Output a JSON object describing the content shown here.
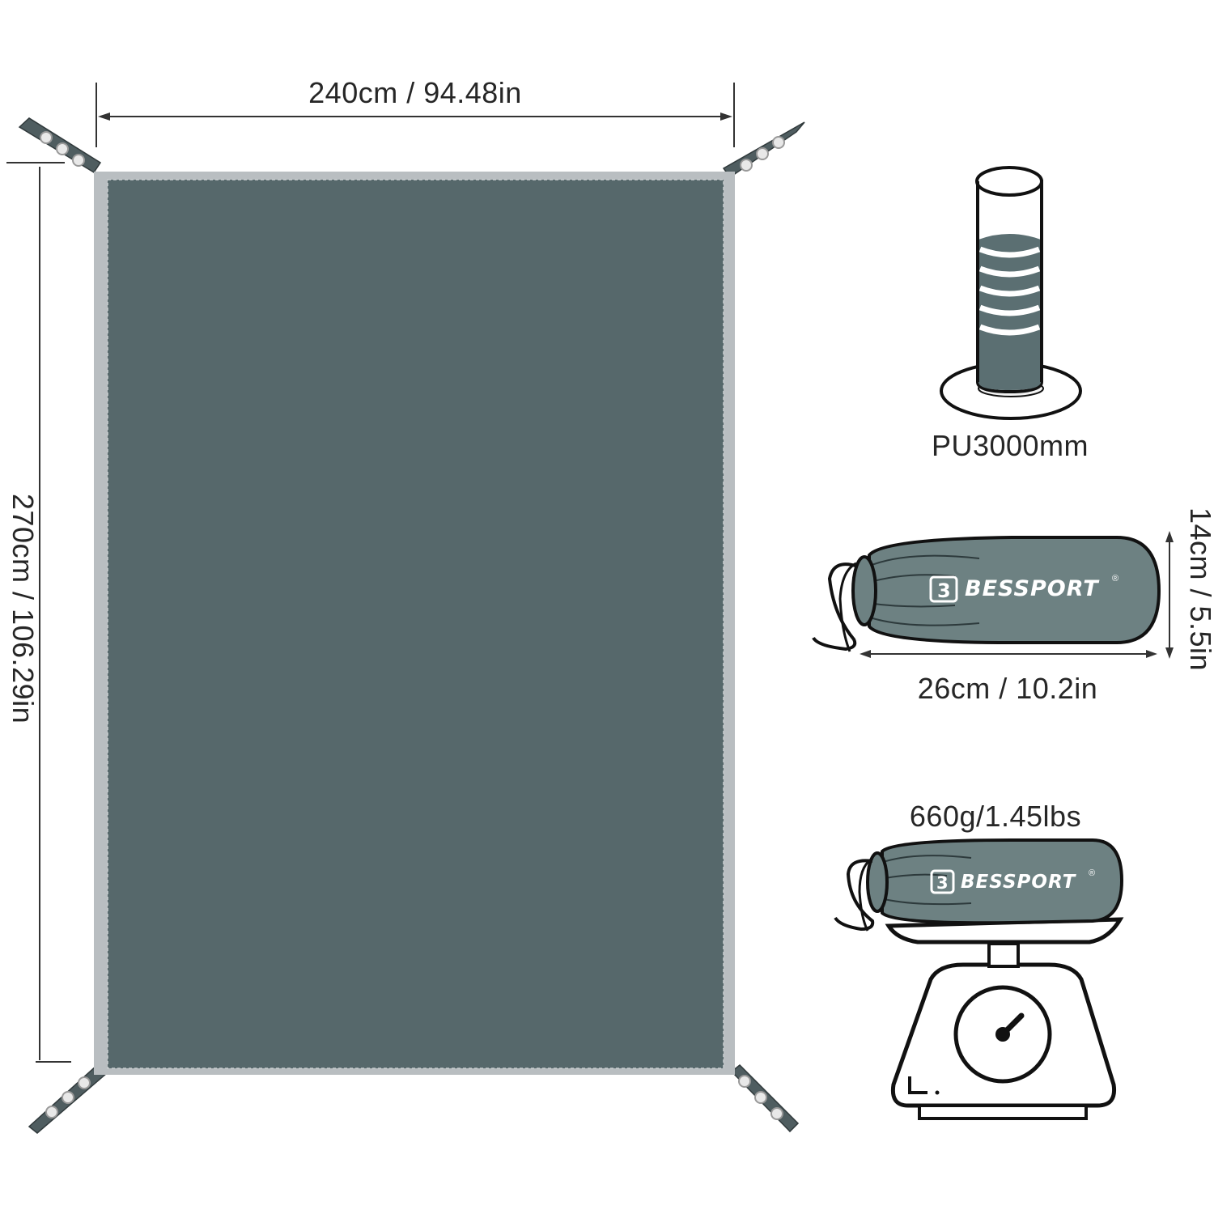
{
  "dimensions": {
    "width_label": "240cm / 94.48in",
    "height_label": "270cm / 106.29in"
  },
  "waterproof": {
    "rating_label": "PU3000mm",
    "icon": "water-column-icon"
  },
  "packed_bag": {
    "length_label": "26cm / 10.2in",
    "height_label": "14cm / 5.5in",
    "brand": "BESSPORT",
    "registered_mark": "®"
  },
  "weight": {
    "label": "660g/1.45lbs",
    "icon": "kitchen-scale-icon"
  },
  "colors": {
    "tarp_fill": "#56686b",
    "tarp_border": "#b9bec1",
    "bag_fill": "#6d8182",
    "outline": "#111111"
  }
}
